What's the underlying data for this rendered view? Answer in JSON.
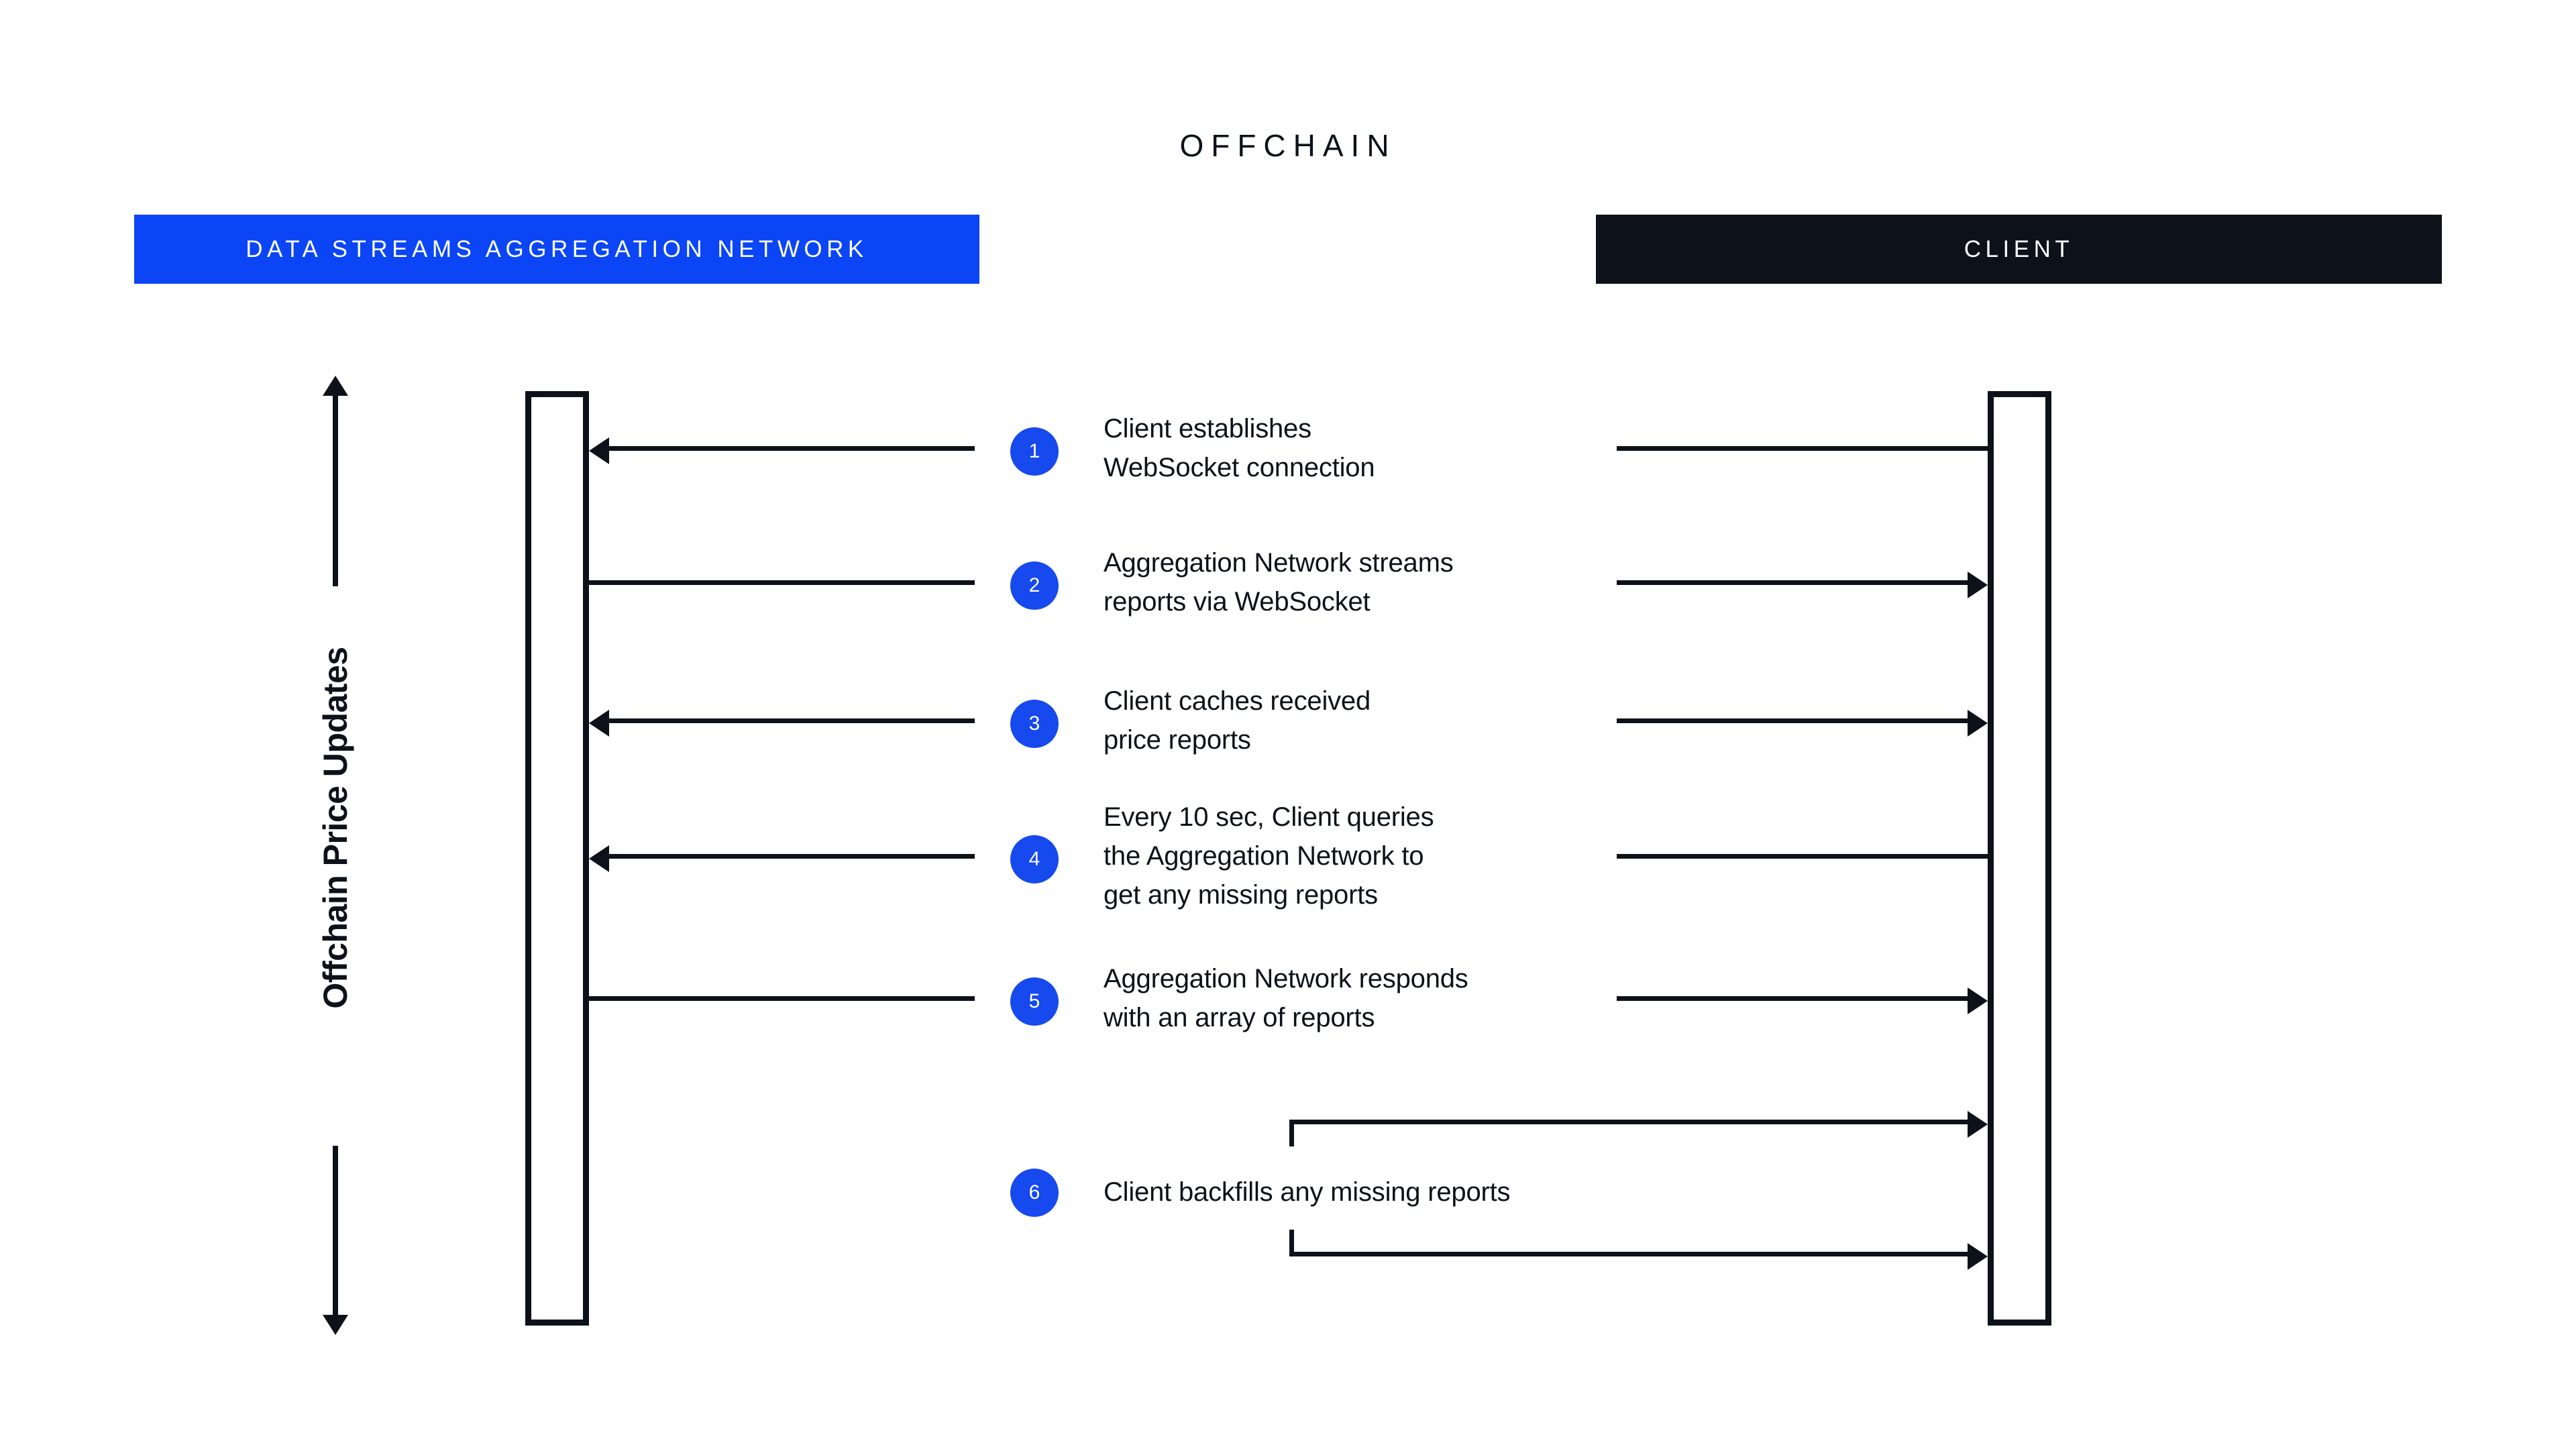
{
  "title": "OFFCHAIN",
  "colors": {
    "network_header_bg": "#0B45F5",
    "client_header_bg": "#0d1119",
    "badge_blue": "#1649EE",
    "line": "#0d1119",
    "page_bg": "#ffffff"
  },
  "lanes": {
    "left": {
      "label": "DATA STREAMS AGGREGATION NETWORK"
    },
    "right": {
      "label": "CLIENT"
    }
  },
  "axis": {
    "label": "Offchain Price Updates",
    "direction": "bidirectional"
  },
  "steps": [
    {
      "number": "1",
      "text": "Client establishes\nWebSocket connection",
      "left_segment": {
        "arrow": "left"
      },
      "right_segment": {
        "arrow": "none"
      }
    },
    {
      "number": "2",
      "text": "Aggregation Network streams\nreports via WebSocket",
      "left_segment": {
        "arrow": "none"
      },
      "right_segment": {
        "arrow": "right"
      }
    },
    {
      "number": "3",
      "text": "Client caches received\nprice reports",
      "left_segment": {
        "arrow": "left"
      },
      "right_segment": {
        "arrow": "right"
      }
    },
    {
      "number": "4",
      "text": "Every 10 sec, Client queries\nthe Aggregation Network to\nget any missing reports",
      "left_segment": {
        "arrow": "left"
      },
      "right_segment": {
        "arrow": "none"
      }
    },
    {
      "number": "5",
      "text": "Aggregation Network responds\nwith an array of reports",
      "left_segment": {
        "arrow": "none"
      },
      "right_segment": {
        "arrow": "right"
      }
    },
    {
      "number": "6",
      "text": "Client backfills any missing reports",
      "left_segment": {
        "arrow": "none"
      },
      "right_segment": {
        "arrow": "right"
      }
    }
  ]
}
